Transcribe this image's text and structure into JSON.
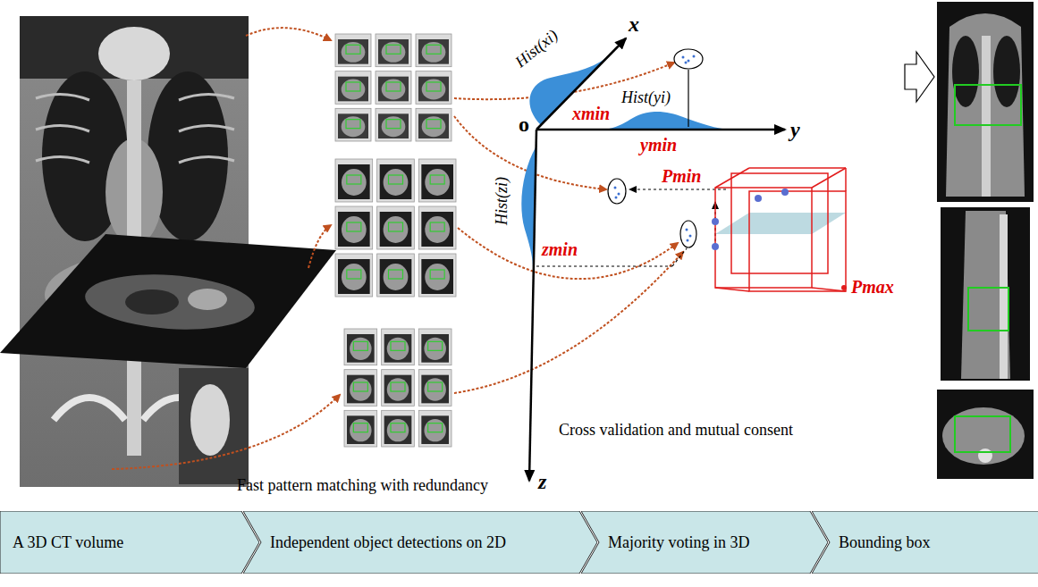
{
  "diagram": {
    "nodes": [
      {
        "text": [
          "A 3D CT volume"
        ]
      },
      {
        "text": [
          "Independent object detections on 2D"
        ]
      },
      {
        "text": [
          "Majority voting in 3D"
        ]
      },
      {
        "text": [
          "Bounding box"
        ]
      }
    ],
    "labels": [
      "x",
      "y",
      "z",
      "o",
      "Hist(xi)",
      "Hist(yi)",
      "Hist(zi)",
      "xmin",
      "ymin",
      "zmin",
      "Pmin",
      "Pmax",
      "Cross validation and mutual consent",
      "Fast pattern matching with redundancy"
    ]
  }
}
